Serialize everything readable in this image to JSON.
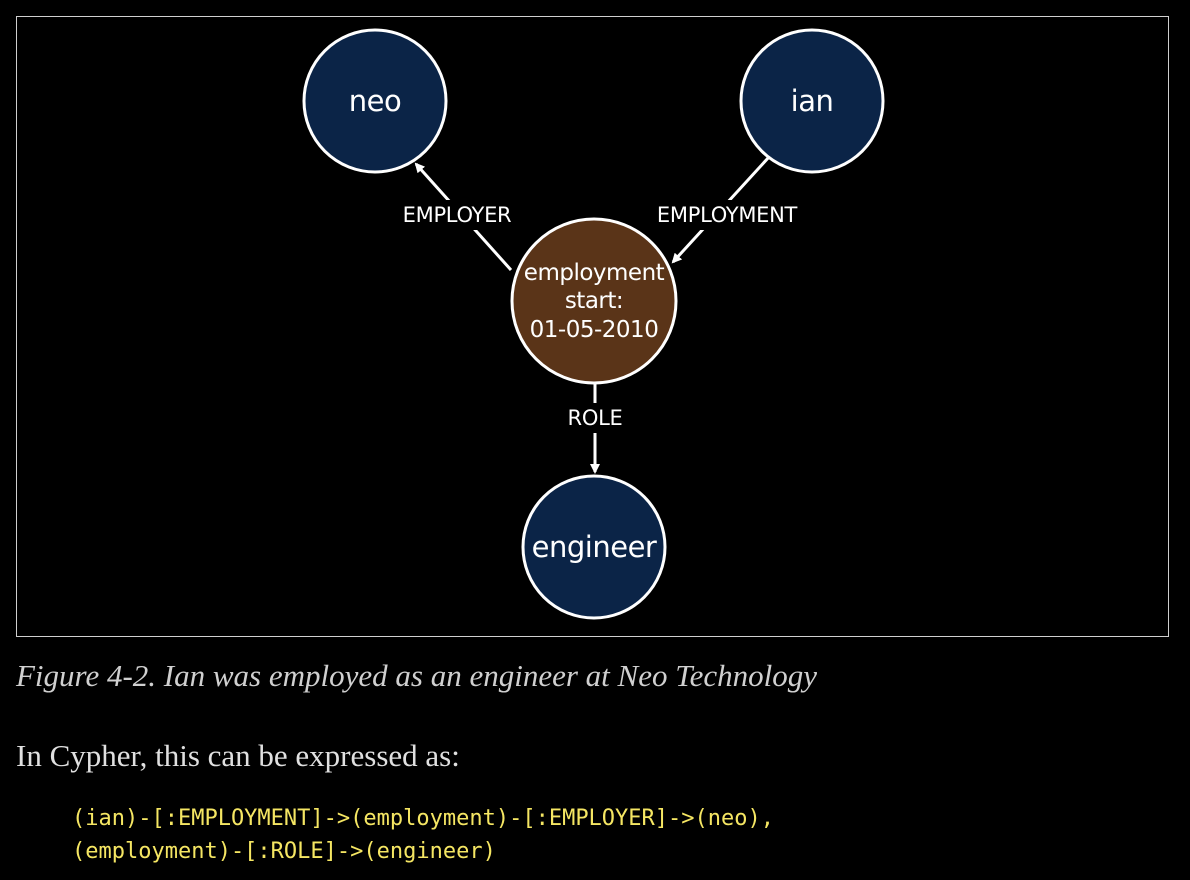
{
  "figure": {
    "nodes": {
      "neo": {
        "label": "neo",
        "fill": "#0b2447"
      },
      "ian": {
        "label": "ian",
        "fill": "#0b2447"
      },
      "employment": {
        "lines": [
          "employment",
          "start:",
          "01-05-2010"
        ],
        "fill": "#5a3418"
      },
      "engineer": {
        "label": "engineer",
        "fill": "#0b2447"
      }
    },
    "edges": {
      "employer": {
        "label": "EMPLOYER"
      },
      "employment": {
        "label": "EMPLOYMENT"
      },
      "role": {
        "label": "ROLE"
      }
    },
    "colors": {
      "node_stroke": "#ffffff",
      "edge": "#ffffff",
      "frame_border": "#cfcfcf"
    }
  },
  "caption": "Figure 4-2. Ian was employed as an engineer at Neo Technology",
  "paragraph": "In Cypher, this can be expressed as:",
  "code": {
    "lines": [
      "(ian)-[:EMPLOYMENT]->(employment)-[:EMPLOYER]->(neo),",
      "(employment)-[:ROLE]->(engineer)"
    ],
    "color": "#f5e663"
  }
}
